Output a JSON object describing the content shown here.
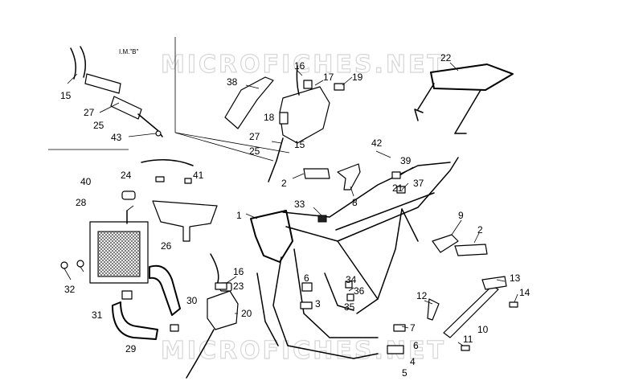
{
  "watermark": "MICROFICHES.NET",
  "inset": {
    "title": "I.M.\"B\""
  },
  "callouts": [
    {
      "id": "c15a",
      "text": "15"
    },
    {
      "id": "c27a",
      "text": "27"
    },
    {
      "id": "c25a",
      "text": "25"
    },
    {
      "id": "c43",
      "text": "43"
    },
    {
      "id": "c38",
      "text": "38"
    },
    {
      "id": "c16a",
      "text": "16"
    },
    {
      "id": "c17",
      "text": "17"
    },
    {
      "id": "c19",
      "text": "19"
    },
    {
      "id": "c18",
      "text": "18"
    },
    {
      "id": "c27b",
      "text": "27"
    },
    {
      "id": "c25b",
      "text": "25"
    },
    {
      "id": "c15b",
      "text": "15"
    },
    {
      "id": "c22",
      "text": "22"
    },
    {
      "id": "c42",
      "text": "42"
    },
    {
      "id": "c39",
      "text": "39"
    },
    {
      "id": "c37",
      "text": "37"
    },
    {
      "id": "c21",
      "text": "21"
    },
    {
      "id": "c2a",
      "text": "2"
    },
    {
      "id": "c8",
      "text": "8"
    },
    {
      "id": "c24",
      "text": "24"
    },
    {
      "id": "c41",
      "text": "41"
    },
    {
      "id": "c40",
      "text": "40"
    },
    {
      "id": "c28",
      "text": "28"
    },
    {
      "id": "c26",
      "text": "26"
    },
    {
      "id": "c1",
      "text": "1"
    },
    {
      "id": "c33",
      "text": "33"
    },
    {
      "id": "c9",
      "text": "9"
    },
    {
      "id": "c2b",
      "text": "2"
    },
    {
      "id": "c32",
      "text": "32"
    },
    {
      "id": "c31",
      "text": "31"
    },
    {
      "id": "c16b",
      "text": "16"
    },
    {
      "id": "c23",
      "text": "23"
    },
    {
      "id": "c20",
      "text": "20"
    },
    {
      "id": "c30",
      "text": "30"
    },
    {
      "id": "c6a",
      "text": "6"
    },
    {
      "id": "c34",
      "text": "34"
    },
    {
      "id": "c36",
      "text": "36"
    },
    {
      "id": "c3",
      "text": "3"
    },
    {
      "id": "c35",
      "text": "35"
    },
    {
      "id": "c12",
      "text": "12"
    },
    {
      "id": "c13",
      "text": "13"
    },
    {
      "id": "c14",
      "text": "14"
    },
    {
      "id": "c10",
      "text": "10"
    },
    {
      "id": "c7",
      "text": "7"
    },
    {
      "id": "c6b",
      "text": "6"
    },
    {
      "id": "c11",
      "text": "11"
    },
    {
      "id": "c4",
      "text": "4"
    },
    {
      "id": "c5",
      "text": "5"
    },
    {
      "id": "c29",
      "text": "29"
    }
  ]
}
